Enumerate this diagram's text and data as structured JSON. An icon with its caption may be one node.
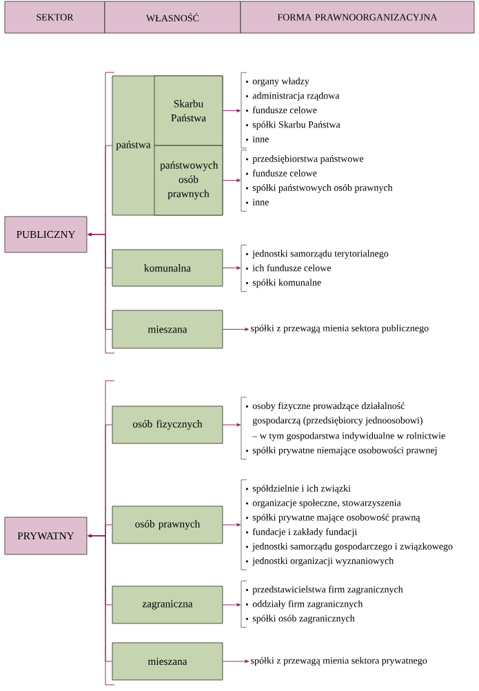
{
  "diagram": {
    "nodes": [
      {
        "text": [
          "SEKTOR"
        ]
      },
      {
        "text": [
          "WŁASNOŚĆ"
        ]
      },
      {
        "text": [
          "FORMA PRAWNOORGANIZACYJNA"
        ]
      },
      {
        "text": [
          "PUBLICZNY"
        ]
      },
      {
        "text": [
          "państwa"
        ]
      },
      {
        "text": [
          "Skarbu Państwa"
        ],
        "in": 4
      },
      {
        "text": [
          "państwowych osób prawnych"
        ],
        "in": 4
      },
      {
        "text": [
          "organy władzy",
          "administracja rządowa",
          "fundusze celowe",
          "spółki Skarbu Państwa",
          "inne"
        ]
      },
      {
        "text": [
          "przedsiębiorstwa państwowe",
          "fundusze celowe",
          "spółki państwowych osób prawnych",
          "inne"
        ]
      },
      {
        "text": [
          "komunalna"
        ]
      },
      {
        "text": [
          "jednostki samorządu terytorialnego",
          "ich fundusze celowe",
          "spółki komunalne"
        ]
      },
      {
        "text": [
          "mieszana"
        ]
      },
      {
        "text": [
          "spółki z przewagą mienia sektora publicznego"
        ]
      },
      {
        "text": [
          "PRYWATNY"
        ]
      },
      {
        "text": [
          "osób fizycznych"
        ]
      },
      {
        "text": [
          "osoby fizyczne prowadzące działalność gospodarczą (przedsiębiorcy jednoosobowi)",
          "– w tym gospodarstwa indywidualne w rolnictwie",
          "spółki prywatne niemające osobowości prawnej"
        ]
      },
      {
        "text": [
          "osób prawnych"
        ]
      },
      {
        "text": [
          "spółdzielnie i ich związki",
          "organizacje społeczne, stowarzyszenia",
          "spółki prywatne mające osobowość prawną",
          "fundacje i zakłady fundacji",
          "jednostki samorządu gospodarczego i związkowego",
          "jednostki organizacji wyznaniowych"
        ]
      },
      {
        "text": [
          "zagraniczna"
        ]
      },
      {
        "text": [
          "przedstawicielstwa firm zagranicznych",
          "oddziały firm zagranicznych",
          "spółki osób zagranicznych"
        ]
      },
      {
        "text": [
          "mieszana"
        ]
      },
      {
        "text": [
          "spółki z przewagą mienia sektora prywatnego"
        ]
      }
    ],
    "edges": [
      {
        "from": 4,
        "to": 3,
        "arrow": "to"
      },
      {
        "from": 9,
        "to": 3,
        "arrow": "to"
      },
      {
        "from": 11,
        "to": 3,
        "arrow": "to"
      },
      {
        "from": 5,
        "to": 7,
        "arrow": "to"
      },
      {
        "from": 6,
        "to": 8,
        "arrow": "to"
      },
      {
        "from": 9,
        "to": 10,
        "arrow": "to"
      },
      {
        "from": 11,
        "to": 12,
        "arrow": "to"
      },
      {
        "from": 14,
        "to": 13,
        "arrow": "to"
      },
      {
        "from": 16,
        "to": 13,
        "arrow": "to"
      },
      {
        "from": 18,
        "to": 13,
        "arrow": "to"
      },
      {
        "from": 20,
        "to": 13,
        "arrow": "to"
      },
      {
        "from": 14,
        "to": 15,
        "arrow": "to"
      },
      {
        "from": 16,
        "to": 17,
        "arrow": "to"
      },
      {
        "from": 18,
        "to": 19,
        "arrow": "to"
      },
      {
        "from": 20,
        "to": 21,
        "arrow": "to"
      }
    ]
  }
}
